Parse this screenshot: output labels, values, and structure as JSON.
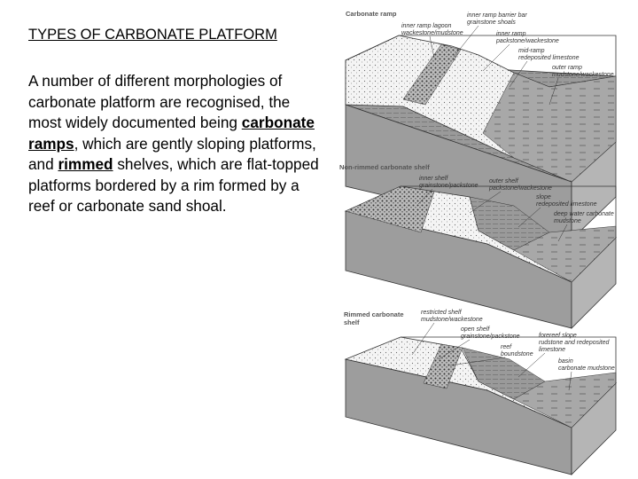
{
  "title": "TYPES OF CARBONATE PLATFORM",
  "body": {
    "p1": "A number of different morphologies of carbonate platform are recognised, the most widely documented being ",
    "term1": "carbonate ramps",
    "p2": ", which are gently sloping platforms, and ",
    "term2": "rimmed",
    "p3": " shelves, which are flat-topped platforms bordered by a rim formed by a reef or carbonate sand shoal."
  },
  "figure": {
    "ramp": {
      "heading": "Carbonate ramp",
      "labels": {
        "barrier_1": "inner ramp barrier bar",
        "barrier_2": "grainstone shoals",
        "lagoon_1": "inner ramp lagoon",
        "lagoon_2": "wackestone/mudstone",
        "inner_1": "inner ramp",
        "inner_2": "packstone/wackestone",
        "mid_1": "mid-ramp",
        "mid_2": "redeposited limestone",
        "outer_1": "outer ramp",
        "outer_2": "mudstone/wackestone"
      }
    },
    "nonrimmed": {
      "heading": "Non-rimmed carbonate shelf",
      "labels": {
        "inner_1": "inner shelf",
        "inner_2": "grainstone/packstone",
        "outer_1": "outer shelf",
        "outer_2": "packstone/wackestone",
        "slope_1": "slope",
        "slope_2": "redeposited limestone",
        "deep_1": "deep water carbonate",
        "deep_2": "mudstone"
      }
    },
    "rimmed": {
      "heading_1": "Rimmed carbonate",
      "heading_2": "shelf",
      "labels": {
        "restricted_1": "restricted shelf",
        "restricted_2": "mudstone/wackestone",
        "open_1": "open shelf",
        "open_2": "grainstone/packstone",
        "reef_1": "reef",
        "reef_2": "boundstone",
        "fore_1": "forereef slope",
        "fore_2": "rudstone and redeposited",
        "fore_3": "limestone",
        "basin_1": "basin",
        "basin_2": "carbonate mudstone"
      }
    }
  }
}
